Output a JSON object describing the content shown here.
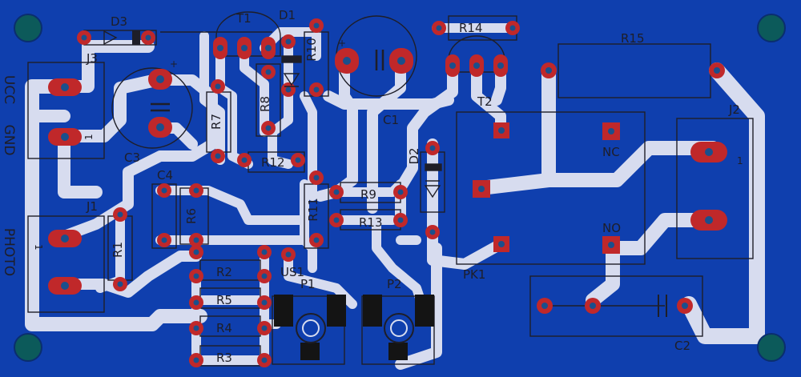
{
  "board": {
    "colors": {
      "substrate": "#0f3fae",
      "trace": "#d7dcef",
      "pad": "#c0282a",
      "drill": "#1a4f8c",
      "mount_hole": "#0c5a5a",
      "silkscreen": "#1e1e28",
      "solder_mask_pad": "#141414"
    }
  },
  "labels": {
    "d3": "D3",
    "t1": "T1",
    "d1": "D1",
    "r14": "R14",
    "r15": "R15",
    "j3": "J3",
    "r10": "R10",
    "r8": "R8",
    "r7": "R7",
    "c3": "C3",
    "c1": "C1",
    "t2": "T2",
    "j2": "J2",
    "r12": "R12",
    "c4": "C4",
    "d2": "D2",
    "nc": "NC",
    "r9": "R9",
    "r11": "R11",
    "r13": "R13",
    "r6": "R6",
    "j1": "J1",
    "no": "NO",
    "r1": "R1",
    "r2": "R2",
    "us1": "US1",
    "p1": "P1",
    "p2": "P2",
    "pk1": "PK1",
    "r5": "R5",
    "r4": "R4",
    "r3": "R3",
    "c2": "C2",
    "ucc": "UCC",
    "gnd": "GND",
    "photo": "PHOTO",
    "pin1_j3": "1",
    "pin1_j1": "1",
    "pin1_j2": "1",
    "plus_c3": "+",
    "plus_c1": "+"
  }
}
